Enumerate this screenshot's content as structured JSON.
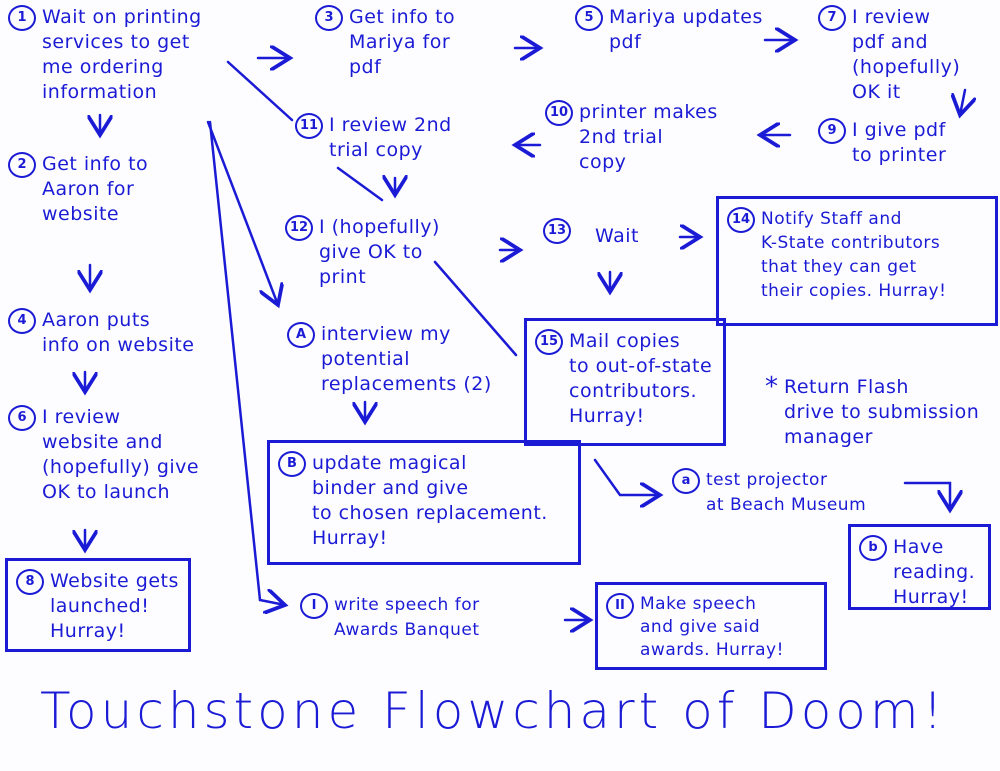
{
  "colors": {
    "ink": "#1b1bd6",
    "paper": "#fdfdff"
  },
  "title": "Touchstone Flowchart of Doom!",
  "nodes": {
    "n1": {
      "num": "1",
      "text": "Wait on printing\nservices to get\nme ordering\ninformation"
    },
    "n2": {
      "num": "2",
      "text": "Get info to\nAaron for\nwebsite"
    },
    "n3": {
      "num": "3",
      "text": "Get info to\nMariya for\npdf"
    },
    "n4": {
      "num": "4",
      "text": "Aaron puts\ninfo on website"
    },
    "n5": {
      "num": "5",
      "text": "Mariya updates\npdf"
    },
    "n6": {
      "num": "6",
      "text": "I review\nwebsite and\n(hopefully) give\nOK to launch"
    },
    "n7": {
      "num": "7",
      "text": "I review\npdf and\n(hopefully)\nOK it"
    },
    "n8": {
      "num": "8",
      "text": "Website gets\nlaunched!\nHurray!"
    },
    "n9": {
      "num": "9",
      "text": "I give pdf\nto printer"
    },
    "n10": {
      "num": "10",
      "text": "printer makes\n2nd trial\ncopy"
    },
    "n11": {
      "num": "11",
      "text": "I review 2nd\ntrial copy"
    },
    "n12": {
      "num": "12",
      "text": "I (hopefully)\ngive OK to\nprint"
    },
    "n13": {
      "num": "13",
      "text": "Wait"
    },
    "n14": {
      "num": "14",
      "text": "Notify Staff and\nK-State contributors\nthat they can get\ntheir copies. Hurray!"
    },
    "n15": {
      "num": "15",
      "text": "Mail copies\nto out-of-state\ncontributors.\nHurray!"
    },
    "nA": {
      "num": "A",
      "text": "interview my\npotential\nreplacements (2)"
    },
    "nB": {
      "num": "B",
      "text": "update magical\nbinder and give\nto chosen replacement.\nHurray!"
    },
    "nStar": {
      "num": "*",
      "text": "Return Flash\ndrive to submission\nmanager"
    },
    "na": {
      "num": "a",
      "text": "test projector\nat Beach Museum"
    },
    "nb": {
      "num": "b",
      "text": "Have\nreading.\nHurray!"
    },
    "nI": {
      "num": "I",
      "text": "write speech for\nAwards Banquet"
    },
    "nII": {
      "num": "II",
      "text": "Make speech\nand give said\nawards. Hurray!"
    }
  }
}
